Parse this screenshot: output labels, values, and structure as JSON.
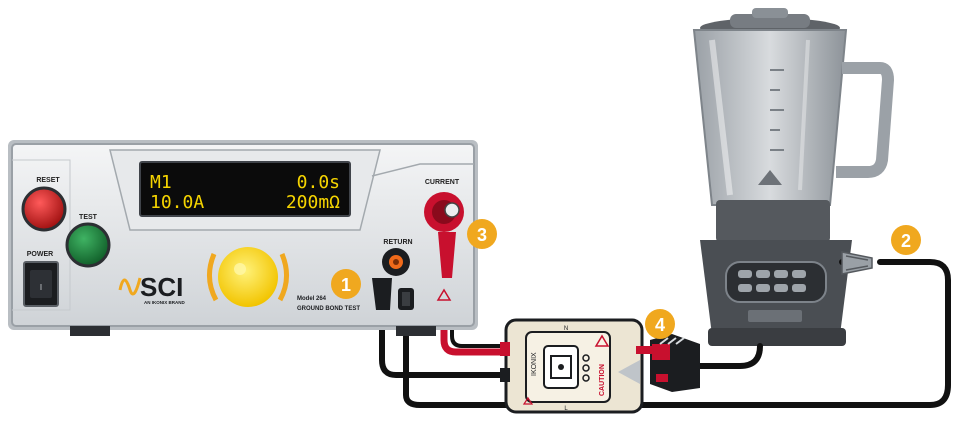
{
  "tester": {
    "reset_label": "RESET",
    "test_label": "TEST",
    "power_label": "POWER",
    "display": {
      "line1_left": "M1",
      "line1_right": "0.0s",
      "line2_left": "10.0A",
      "line2_right": "200mΩ"
    },
    "brand_logo": "SCI",
    "brand_tagline": "AN IKONIX BRAND",
    "model_line1": "Model 264",
    "model_line2": "GROUND BOND TEST",
    "return_label": "RETURN",
    "current_label": "CURRENT",
    "power_switch_mark": "I"
  },
  "adapter": {
    "brand": "IKONIX",
    "caution": "CAUTION",
    "side_letter_top": "N",
    "side_letter_bottom": "L"
  },
  "callouts": [
    "1",
    "2",
    "3",
    "4"
  ],
  "colors": {
    "callout": "#f0a81f",
    "reset_button": "#c8102e",
    "test_button": "#1f7a3a",
    "display_text": "#f5d400",
    "knob": "#f7d21a",
    "current_terminal": "#c8102e",
    "return_terminal": "#f06a1a",
    "cable_black": "#111111",
    "cable_red": "#c8102e"
  }
}
